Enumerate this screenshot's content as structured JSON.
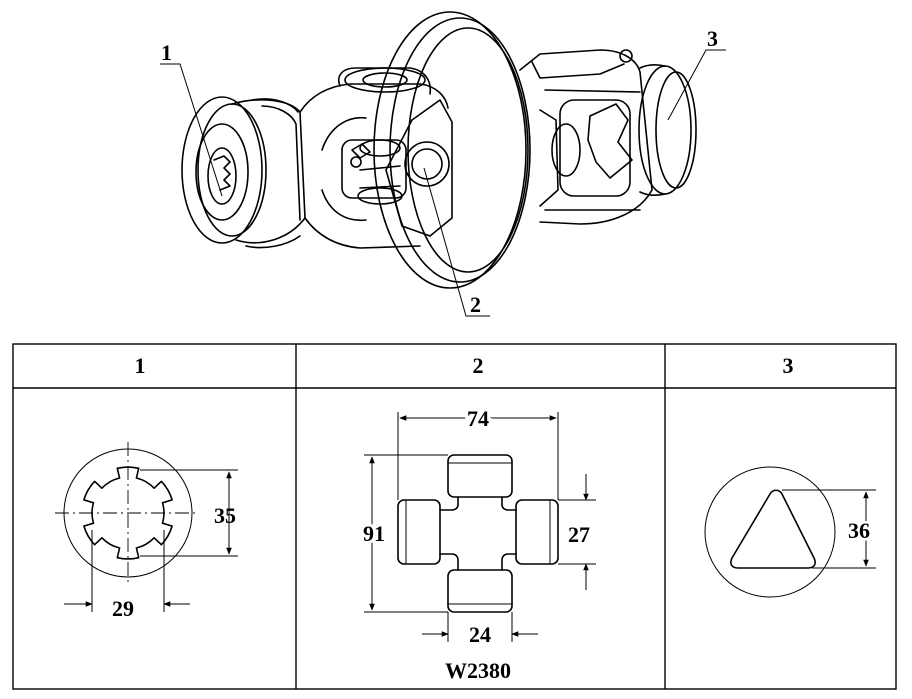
{
  "callouts": [
    "1",
    "2",
    "3"
  ],
  "table": {
    "headers": [
      "1",
      "2",
      "3"
    ]
  },
  "spline_profile": {
    "dim_height": "35",
    "dim_width": "29"
  },
  "cross_kit": {
    "dim_overall_length": "74",
    "dim_overall_height": "91",
    "dim_cap_height": "27",
    "dim_cap_width": "24",
    "model": "W2380"
  },
  "triangle_profile": {
    "dim_height": "36"
  }
}
